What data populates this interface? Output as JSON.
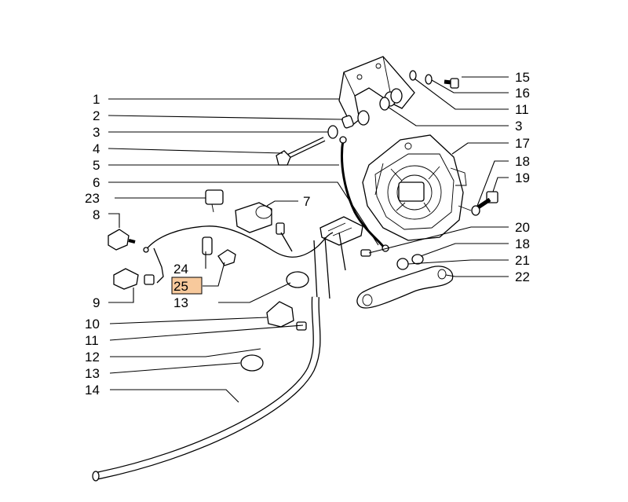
{
  "diagram": {
    "highlight_color": "#f7c99c",
    "labels_left": [
      {
        "id": "1",
        "text": "1"
      },
      {
        "id": "2",
        "text": "2"
      },
      {
        "id": "3a",
        "text": "3"
      },
      {
        "id": "4",
        "text": "4"
      },
      {
        "id": "5",
        "text": "5"
      },
      {
        "id": "6",
        "text": "6"
      },
      {
        "id": "23",
        "text": "23"
      },
      {
        "id": "8",
        "text": "8"
      },
      {
        "id": "9",
        "text": "9"
      },
      {
        "id": "10",
        "text": "10"
      },
      {
        "id": "11a",
        "text": "11"
      },
      {
        "id": "12",
        "text": "12"
      },
      {
        "id": "13a",
        "text": "13"
      },
      {
        "id": "14",
        "text": "14"
      }
    ],
    "labels_center": [
      {
        "id": "7",
        "text": "7"
      },
      {
        "id": "24",
        "text": "24"
      },
      {
        "id": "25",
        "text": "25"
      },
      {
        "id": "13b",
        "text": "13"
      }
    ],
    "labels_right": [
      {
        "id": "15",
        "text": "15"
      },
      {
        "id": "16",
        "text": "16"
      },
      {
        "id": "11b",
        "text": "11"
      },
      {
        "id": "3b",
        "text": "3"
      },
      {
        "id": "17",
        "text": "17"
      },
      {
        "id": "18a",
        "text": "18"
      },
      {
        "id": "19",
        "text": "19"
      },
      {
        "id": "20",
        "text": "20"
      },
      {
        "id": "18b",
        "text": "18"
      },
      {
        "id": "21",
        "text": "21"
      },
      {
        "id": "22",
        "text": "22"
      }
    ]
  }
}
